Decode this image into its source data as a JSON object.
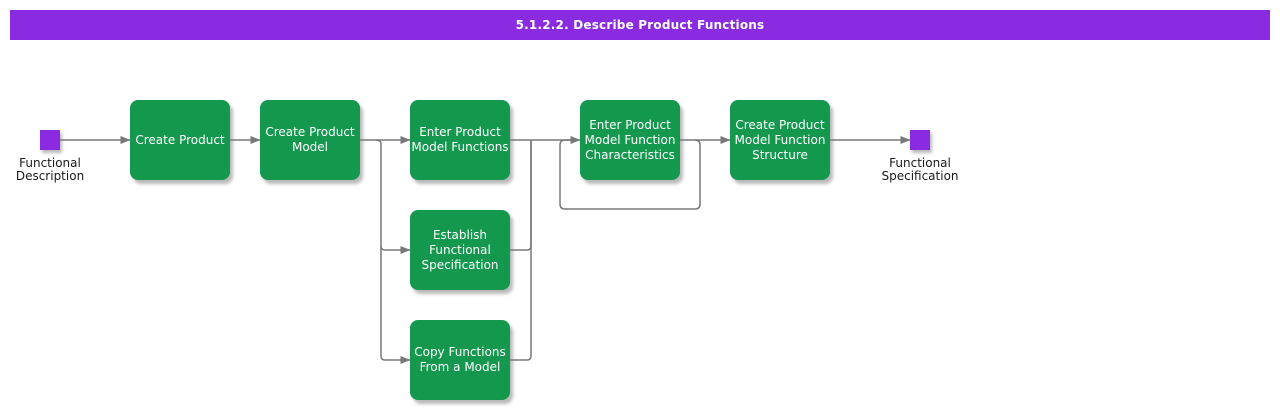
{
  "header": {
    "title": "5.1.2.2. Describe Product Functions"
  },
  "colors": {
    "header_bg": "#8a2be2",
    "terminal_bg": "#8a2be2",
    "box_bg": "#13984e",
    "box_text": "#ffffff",
    "connector": "#787878",
    "label_text": "#1a1a1a"
  },
  "terminals": {
    "start_label": "Functional\nDescription",
    "end_label": "Functional\nSpecification"
  },
  "boxes": {
    "create_product": "Create Product",
    "create_product_model": "Create Product\nModel",
    "enter_product_model_functions": "Enter Product\nModel Functions",
    "enter_product_model_function_characteristics": "Enter Product\nModel Function\nCharacteristics",
    "create_product_model_function_structure": "Create Product\nModel Function\nStructure",
    "establish_functional_specification": "Establish\nFunctional\nSpecification",
    "copy_functions_from_a_model": "Copy Functions\nFrom a Model"
  }
}
